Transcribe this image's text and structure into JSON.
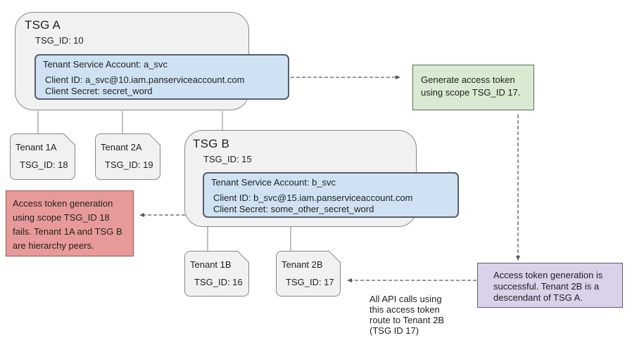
{
  "tsg_a": {
    "title": "TSG A",
    "id": "TSG_ID: 10"
  },
  "tsg_b": {
    "title": "TSG B",
    "id": "TSG_ID: 15"
  },
  "svc_a": {
    "title": "Tenant Service Account: a_svc",
    "client_id": "Client ID: a_svc@10.iam.panserviceaccount.com",
    "client_secret": "Client Secret: secret_word"
  },
  "svc_b": {
    "title": "Tenant Service Account: b_svc",
    "client_id": "Client ID: b_svc@15.iam.panserviceaccount.com",
    "client_secret": "Client Secret: some_other_secret_word"
  },
  "tenants": {
    "t1a": {
      "name": "Tenant 1A",
      "id": "TSG_ID: 18"
    },
    "t2a": {
      "name": "Tenant 2A",
      "id": "TSG_ID: 19"
    },
    "t1b": {
      "name": "Tenant 1B",
      "id": "TSG_ID: 16"
    },
    "t2b": {
      "name": "Tenant 2B",
      "id": "TSG_ID: 17"
    }
  },
  "notes": {
    "generate": "Generate access token using scope TSG_ID 17.",
    "fail": "Access token generation using scope TSG_ID 18 fails. Tenant 1A and TSG B are hierarchy peers.",
    "success": "Access token generation is successful. Tenant 2B is a descendant of TSG A.",
    "api_route": "All API calls using this access token route to Tenant 2B (TSG ID 17)"
  },
  "colors": {
    "group_fill": "#f1f1f1",
    "group_border": "#888888",
    "svc_fill": "#cfe2f3",
    "svc_border": "#55606b",
    "green_fill": "#d9ead3",
    "red_fill": "#e89a9a",
    "purple_fill": "#d9d2e9",
    "connector": "#808080",
    "dashed_arrow": "#595959",
    "text": "#1f1f1f"
  }
}
